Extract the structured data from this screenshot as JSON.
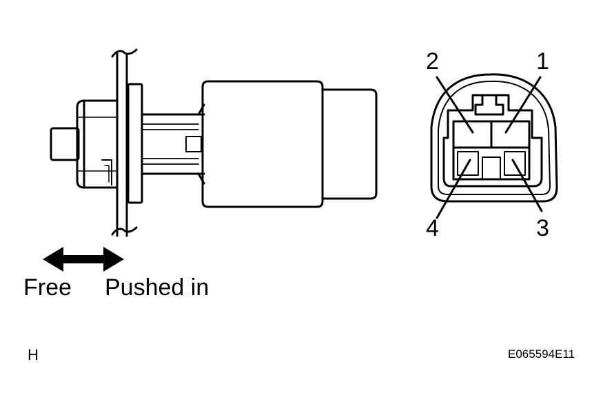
{
  "switch": {
    "label_free": "Free",
    "label_pushed": "Pushed in",
    "motion_icon": "double-arrow-icon"
  },
  "connector": {
    "pins": [
      {
        "number": "1"
      },
      {
        "number": "2"
      },
      {
        "number": "3"
      },
      {
        "number": "4"
      }
    ]
  },
  "footer": {
    "code": "H",
    "reference": "E065594E11"
  }
}
